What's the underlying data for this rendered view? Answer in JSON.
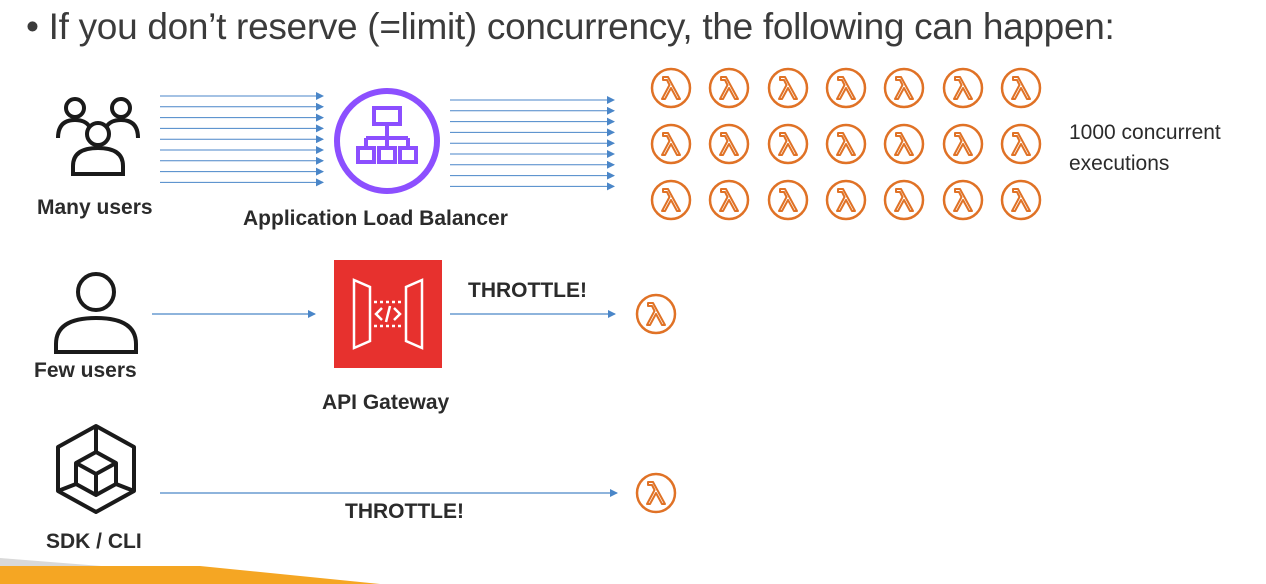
{
  "title": {
    "bullet": "•",
    "text": "If you don’t reserve (=limit) concurrency, the following can happen:"
  },
  "rows": {
    "many_users": {
      "label": "Many users",
      "target_label": "Application Load Balancer",
      "result_label_line1": "1000 concurrent",
      "result_label_line2": "executions",
      "lambda_grid": {
        "rows": 3,
        "cols": 7
      }
    },
    "few_users": {
      "label": "Few users",
      "target_label": "API Gateway",
      "throttle_label": "THROTTLE!"
    },
    "sdk_cli": {
      "label": "SDK / CLI",
      "throttle_label": "THROTTLE!"
    }
  },
  "icons": {
    "users": "users-icon",
    "user": "user-icon",
    "alb": "load-balancer-icon",
    "api_gateway": "api-gateway-icon",
    "sdk": "sdk-cube-icon",
    "lambda": "lambda-icon"
  },
  "colors": {
    "lambda_orange": "#E07226",
    "alb_purple": "#8C4FFF",
    "api_gateway_red": "#E7312E",
    "arrow_blue": "#4A86C8",
    "footer_orange": "#F5A623"
  }
}
